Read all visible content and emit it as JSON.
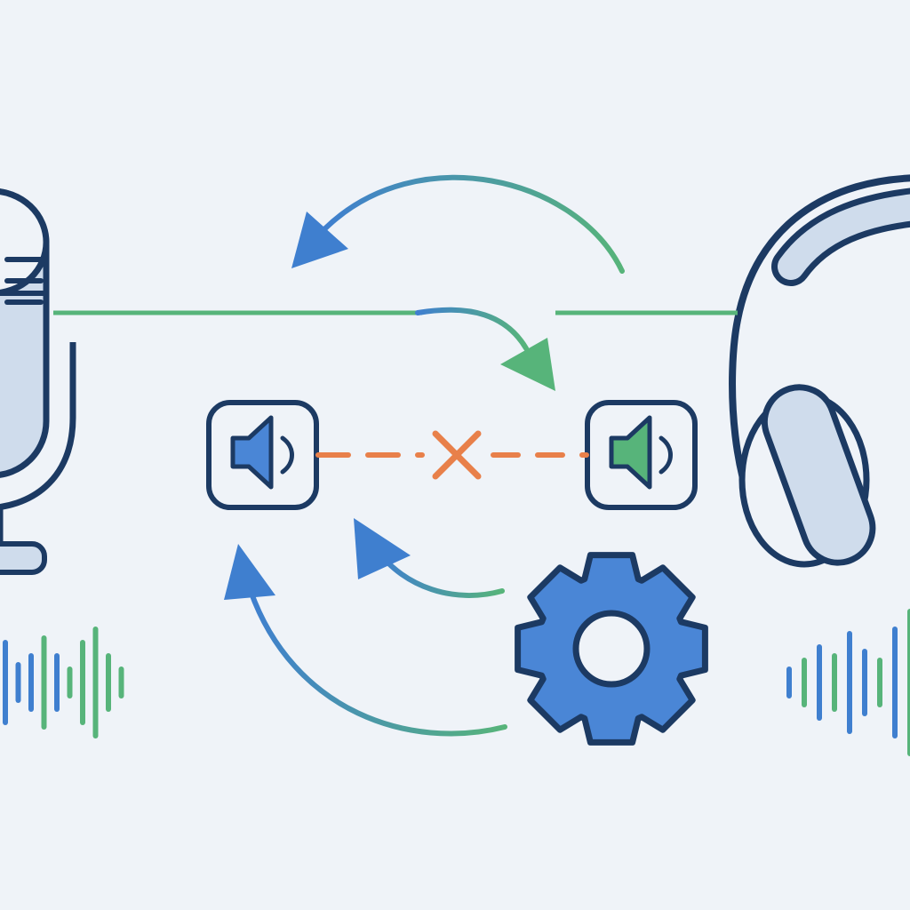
{
  "palette": {
    "background": "#eff3f8",
    "outline": "#1c3a63",
    "blue": "#3f7fcf",
    "blue_fill": "#4a86d6",
    "green": "#57b47a",
    "orange": "#e8804a",
    "light_fill": "#cfdcec"
  },
  "diagram": {
    "icons": [
      "microphone-icon",
      "headphones-icon",
      "speaker-icon-left",
      "speaker-icon-right",
      "gear-icon",
      "disconnect-x-icon"
    ],
    "connections": [
      {
        "from": "microphone-icon",
        "to": "headphones-icon",
        "style": "solid",
        "color": "green"
      },
      {
        "from": "speaker-icon-left",
        "to": "speaker-icon-right",
        "style": "dashed",
        "color": "orange",
        "status": "broken"
      },
      {
        "from": "headphones-icon",
        "to": "microphone-icon",
        "style": "curved-arrow",
        "color": "blue-green"
      },
      {
        "from": "microphone-icon",
        "to": "speaker-icon-right",
        "style": "curved-arrow",
        "color": "blue-green"
      },
      {
        "from": "gear-icon",
        "to": "speaker-icon-left",
        "style": "curved-arrow",
        "color": "blue-green"
      }
    ]
  }
}
